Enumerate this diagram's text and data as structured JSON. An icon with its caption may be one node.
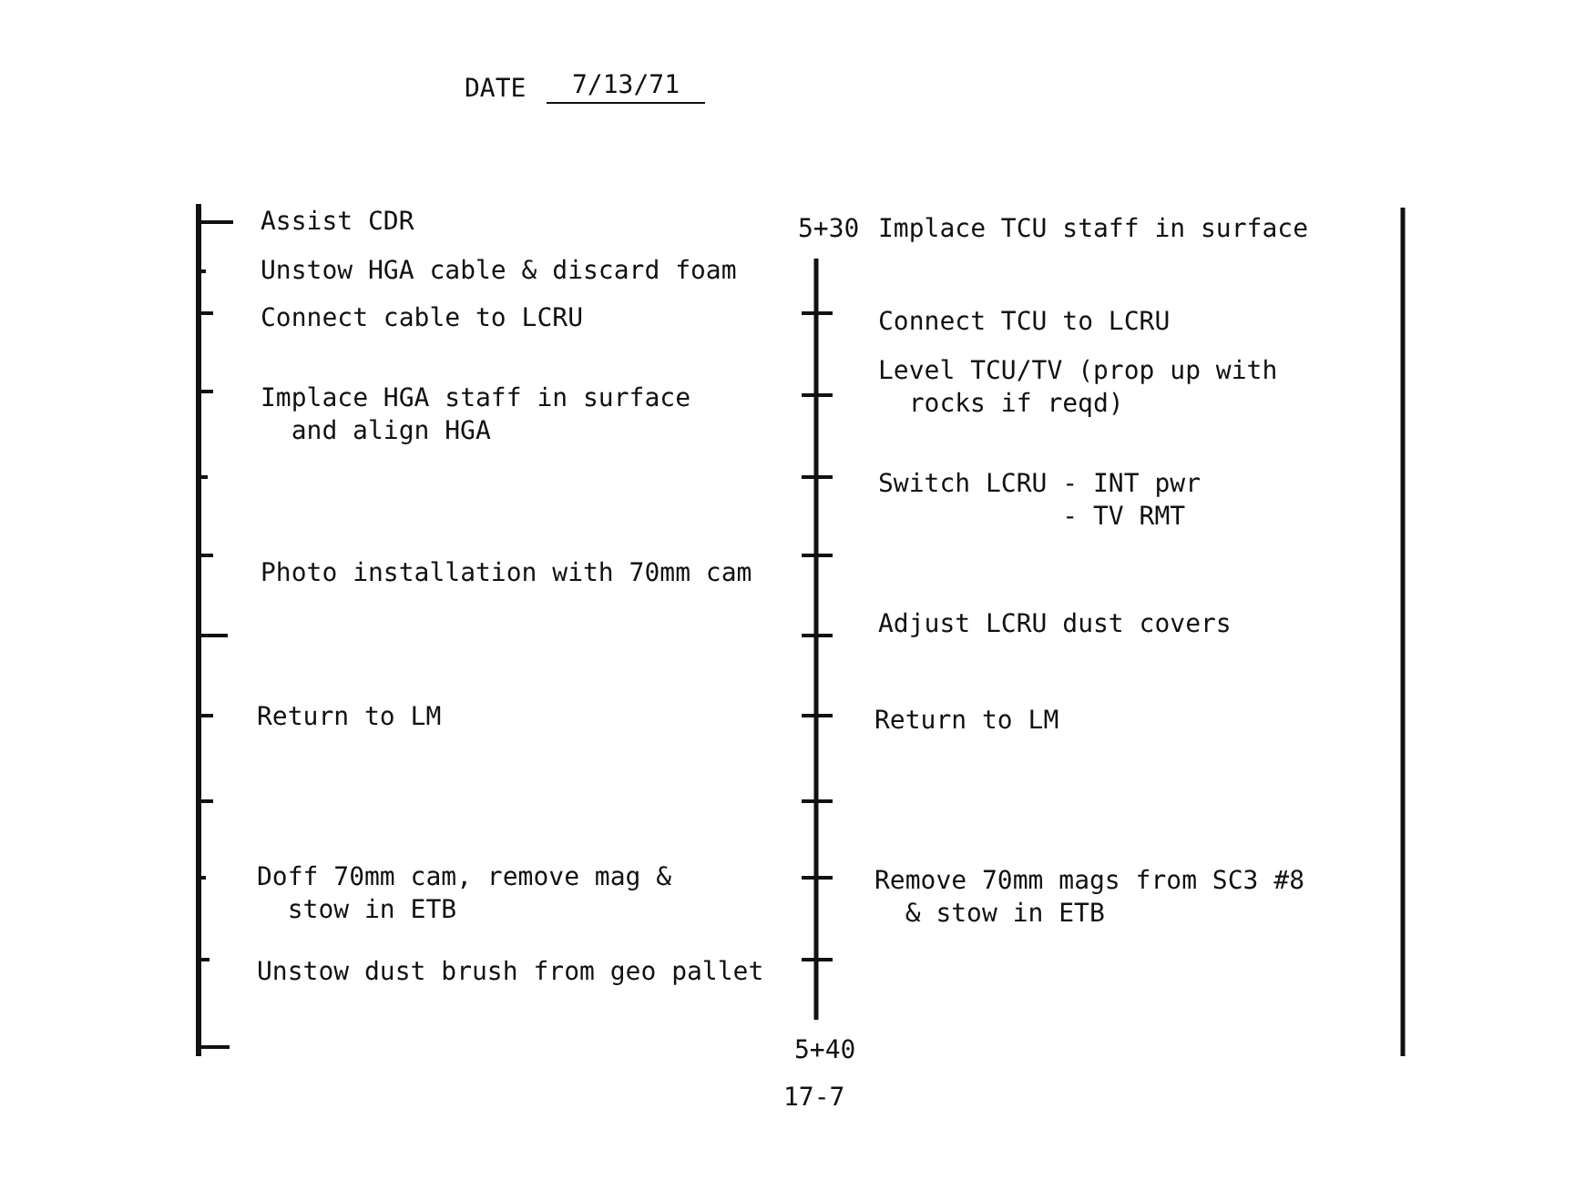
{
  "diagram": {
    "labels": [
      "DATE",
      "7/13/71",
      "Assist CDR",
      "5+30",
      "Implace TCU staff in surface",
      "Unstow HGA cable & discard foam",
      "Connect cable to LCRU",
      "Connect TCU to LCRU",
      "Level TCU/TV (prop up with rocks if reqd)",
      "Implace HGA staff in surface and align HGA",
      "Switch LCRU - INT pwr - TV RMT",
      "Photo installation with 70mm cam",
      "Adjust LCRU dust covers",
      "Return to LM",
      "Return to LM",
      "Doff 70mm cam, remove mag & stow in ETB",
      "Remove 70mm mags from SC3 #8 & stow in ETB",
      "Unstow dust brush from geo pallet",
      "5+40",
      "17-7"
    ]
  }
}
